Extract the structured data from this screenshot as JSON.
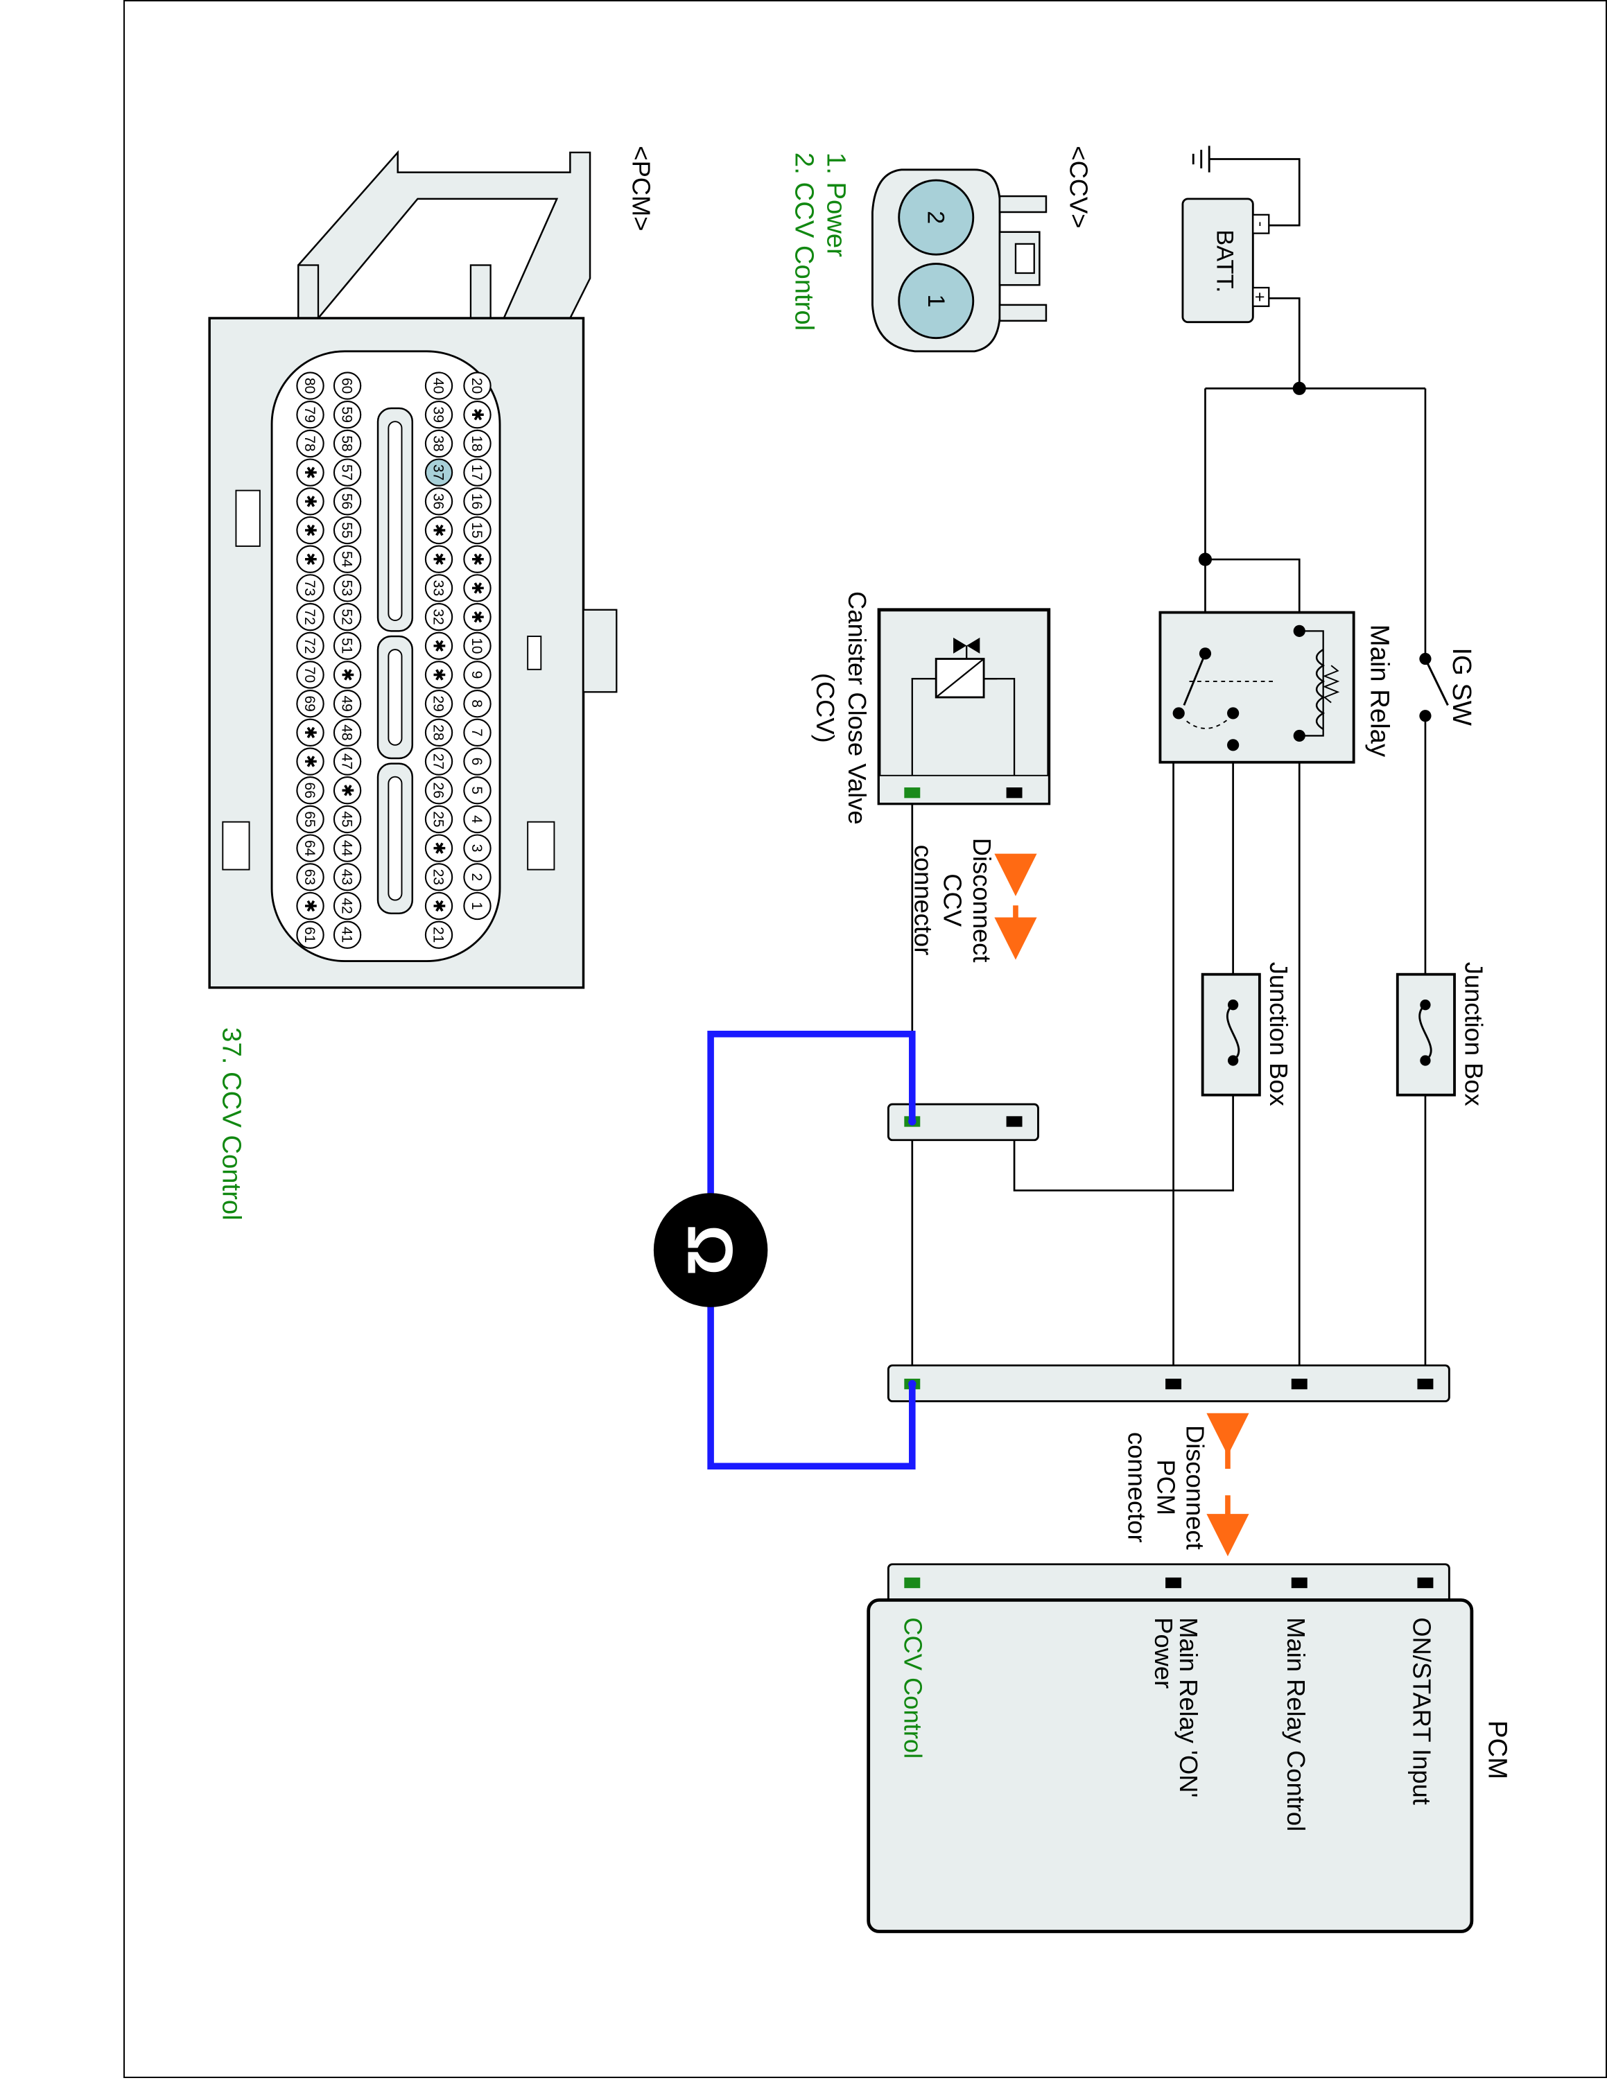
{
  "labels": {
    "batt": "BATT.",
    "ig_sw": "IG SW",
    "main_relay": "Main Relay",
    "junction_box_1": "Junction Box",
    "junction_box_2": "Junction Box",
    "ccv_name": [
      "Canister Close Valve",
      "(CCV)"
    ],
    "disconnect_ccv": [
      "Disconnect",
      "CCV",
      "connector"
    ],
    "disconnect_pcm": [
      "Disconnect",
      "PCM",
      "connector"
    ],
    "pcm": "PCM",
    "pcm_pins": [
      "ON/START Input",
      "Main Relay Control",
      "Main Relay 'ON'",
      "Power",
      "CCV Control"
    ],
    "ohm_symbol": "Ω",
    "ccv_connector_title": "<CCV>",
    "ccv_pin_list": [
      "1. Power",
      "2. CCV Control"
    ],
    "ccv_pin_numbers": [
      "2",
      "1"
    ],
    "pcm_connector_title": "<PCM>",
    "pcm_pin_note": "37. CCV Control",
    "battery_plus": "+",
    "battery_minus": "-"
  },
  "pcm_connector_rows": [
    [
      "20",
      "✱",
      "18",
      "17",
      "16",
      "15",
      "✱",
      "✱",
      "✱",
      "10",
      "9",
      "8",
      "7",
      "6",
      "5",
      "4",
      "3",
      "2",
      "1"
    ],
    [
      "40",
      "39",
      "38",
      "37",
      "36",
      "✱",
      "✱",
      "33",
      "32",
      "✱",
      "✱",
      "29",
      "28",
      "27",
      "26",
      "25",
      "✱",
      "23",
      "✱",
      "21"
    ],
    [
      "60",
      "59",
      "58",
      "57",
      "56",
      "55",
      "54",
      "53",
      "52",
      "51",
      "✱",
      "49",
      "48",
      "47",
      "✱",
      "45",
      "44",
      "43",
      "42",
      "41"
    ],
    [
      "80",
      "79",
      "78",
      "✱",
      "✱",
      "✱",
      "✱",
      "73",
      "72",
      "72",
      "70",
      "69",
      "✱",
      "✱",
      "66",
      "65",
      "64",
      "63",
      "✱",
      "61"
    ]
  ],
  "highlighted_pin": "37",
  "colors": {
    "test_lead": "#1a1aff",
    "arrow": "#ff6a13",
    "highlight_text": "#118811",
    "terminal_green": "#1a8a1a",
    "panel_fill": "#e8eeee",
    "ccv_pin_fill": "#a8d0d8"
  }
}
